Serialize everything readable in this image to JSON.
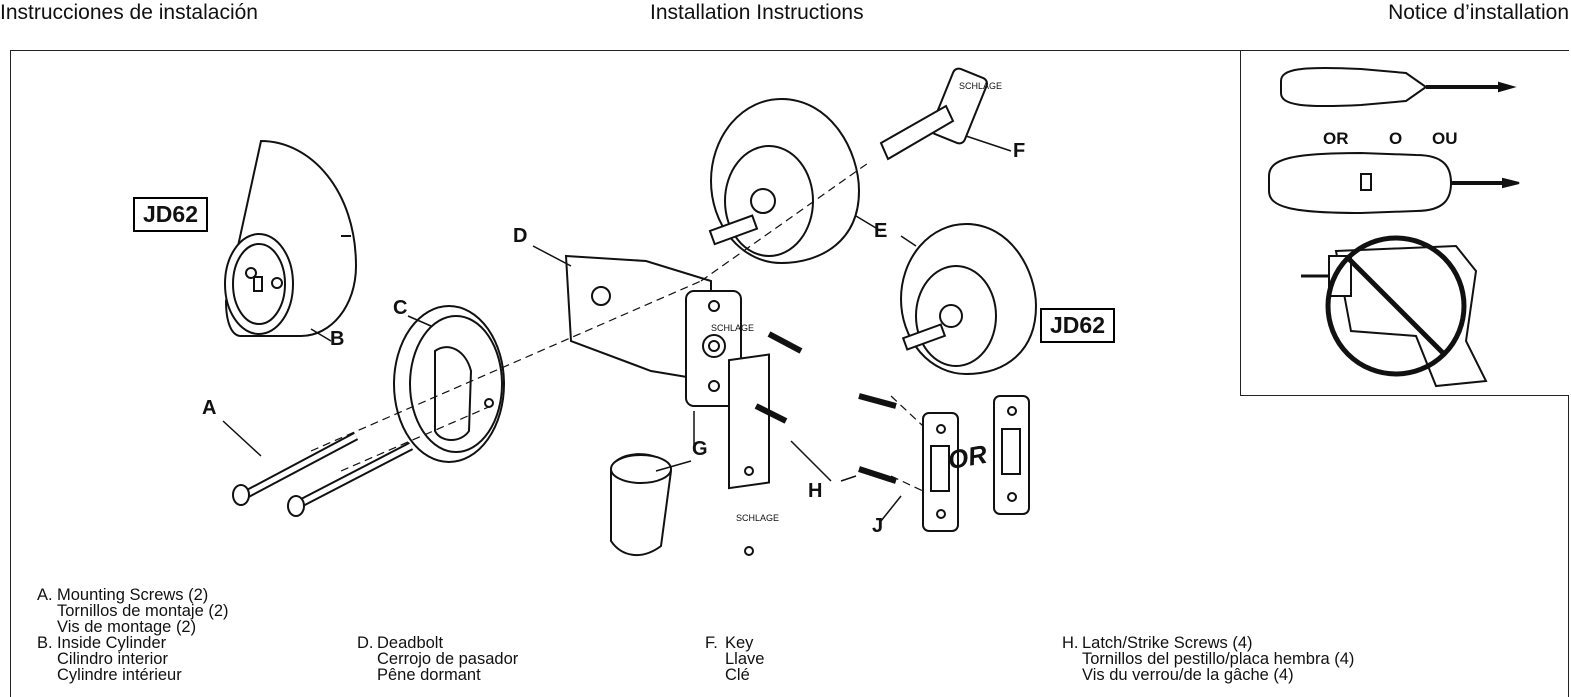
{
  "header": {
    "left": "Instrucciones de instalación",
    "center": "Installation Instructions",
    "right": "Notice d’installation"
  },
  "tools": {
    "or_labels": [
      "OR",
      "O",
      "OU"
    ]
  },
  "diagram": {
    "model_top": "JD62",
    "model_right": "JD62",
    "callouts": {
      "A": "A",
      "B": "B",
      "C": "C",
      "D": "D",
      "E": "E",
      "F": "F",
      "G": "G",
      "H": "H",
      "J": "J"
    },
    "strike_or": "OR",
    "brand": "SCHLAGE"
  },
  "legend": [
    {
      "letter": "A.",
      "lines": [
        "Mounting Screws (2)",
        "Tornillos de montaje (2)",
        "Vis de montage (2)"
      ]
    },
    {
      "letter": "B.",
      "lines": [
        "Inside Cylinder",
        "Cilindro interior",
        "Cylindre intérieur"
      ]
    },
    {
      "letter": "D.",
      "lines": [
        "Deadbolt",
        "Cerrojo de pasador",
        "Pêne dormant"
      ]
    },
    {
      "letter": "F.",
      "lines": [
        "Key",
        "Llave",
        "Clé"
      ]
    },
    {
      "letter": "H.",
      "lines": [
        "Latch/Strike Screws (4)",
        "Tornillos del pestillo/placa hembra (4)",
        "Vis du verrou/de la gâche (4)"
      ]
    }
  ]
}
